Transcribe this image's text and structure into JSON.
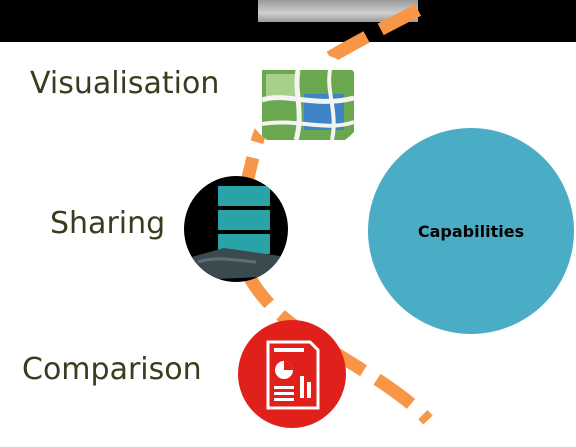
{
  "cycle": {
    "center_label": "Capabilities",
    "items": [
      {
        "label": "Visualisation",
        "icon": "map-visualisation-icon"
      },
      {
        "label": "Sharing",
        "icon": "hand-sharing-icon"
      },
      {
        "label": "Comparison",
        "icon": "report-comparison-icon"
      }
    ],
    "colors": {
      "arc": "#f79646",
      "center": "#4bacc6",
      "comparison": "#e0201b",
      "sharing_bg": "#000000",
      "top_bar": "#000000"
    }
  }
}
